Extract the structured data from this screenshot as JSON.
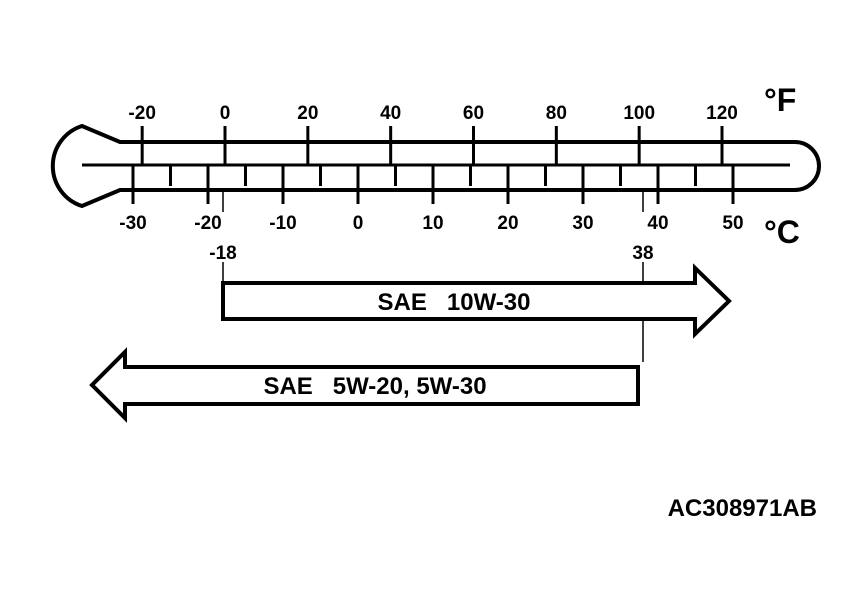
{
  "thermometer": {
    "fahrenheit": {
      "unit": "°F",
      "ticks": [
        -20,
        0,
        20,
        40,
        60,
        80,
        100,
        120
      ]
    },
    "celsius": {
      "unit": "°C",
      "ticks": [
        -30,
        -20,
        -10,
        0,
        10,
        20,
        30,
        40,
        50
      ],
      "minor_ticks": [
        -25,
        -15,
        -5,
        5,
        15,
        25,
        35,
        45
      ]
    },
    "markers": [
      {
        "label": "-18",
        "celsius": -18
      },
      {
        "label": "38",
        "celsius": 38
      }
    ]
  },
  "ranges": [
    {
      "label": "SAE   10W-30",
      "from_c": -18,
      "to_c": 50,
      "direction": "right"
    },
    {
      "label": "SAE   5W-20, 5W-30",
      "from_c": -36,
      "to_c": 38,
      "direction": "left"
    }
  ],
  "figure_id": "AC308971AB",
  "colors": {
    "stroke": "#000000",
    "fill": "#ffffff"
  }
}
